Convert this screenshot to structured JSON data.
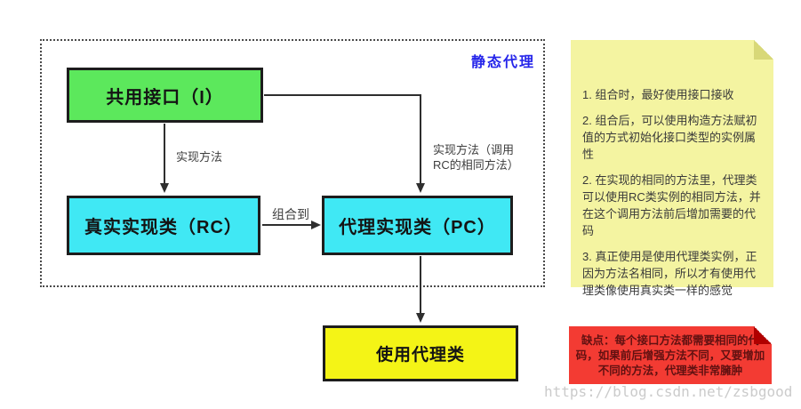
{
  "diagram": {
    "group_title": "静态代理",
    "nodes": {
      "interface": {
        "label": "共用接口（I）",
        "color": "#5ce85c"
      },
      "real": {
        "label": "真实实现类（RC）",
        "color": "#40e8f4"
      },
      "proxy": {
        "label": "代理实现类（PC）",
        "color": "#40e8f4"
      },
      "use": {
        "label": "使用代理类",
        "color": "#f4f416"
      }
    },
    "edges": {
      "implement": {
        "label": "实现方法"
      },
      "implement_call": {
        "label": "实现方法（调用\nRC的相同方法）"
      },
      "compose": {
        "label": "组合到"
      },
      "use_proxy": {
        "label": ""
      }
    },
    "colors": {
      "title": "#2525ea",
      "border": "#1d1d1d",
      "arrow": "#2e2e2e"
    }
  },
  "notes": {
    "tips": {
      "background": "#f4f4a1",
      "items": [
        "1. 组合时，最好使用接口接收",
        "2. 组合后，可以使用构造方法赋初值的方式初始化接口类型的实例属性",
        "2. 在实现的相同的方法里，代理类可以使用RC类实例的相同方法，并在这个调用方法前后增加需要的代码",
        "3. 真正使用是使用代理类实例，正因为方法名相同，所以才有使用代理类像使用真实类一样的感觉"
      ]
    },
    "drawback": {
      "background": "#f33b33",
      "text": "缺点：每个接口方法都需要相同的代码，如果前后增强方法不同，又要增加不同的方法，代理类非常臃肿"
    }
  },
  "watermark": "https://blog.csdn.net/zsbgood"
}
